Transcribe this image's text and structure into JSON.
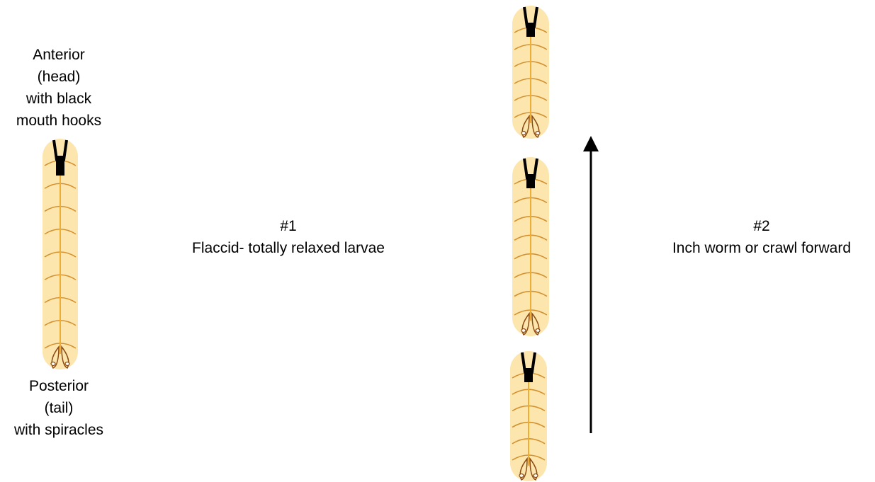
{
  "labels": {
    "anterior": [
      "Anterior",
      "(head)",
      "with black",
      "mouth hooks"
    ],
    "posterior": [
      "Posterior",
      "(tail)",
      "with spiracles"
    ],
    "state_1": [
      "#1",
      "Flaccid- totally relaxed larvae"
    ],
    "state_2": [
      "#2",
      "Inch worm or crawl forward"
    ]
  },
  "colors": {
    "body_fill": "#fde6ad",
    "midline": "#eead33",
    "segment_lines": "#d3902f",
    "mouth_hooks": "#000000",
    "spiracle_outline": "#8a4a12",
    "arrow": "#000000"
  },
  "icons": {
    "larva": "larva-icon",
    "mouth_hooks": "mouth-hooks-icon",
    "spiracles": "spiracles-icon",
    "direction_arrow": "arrow-up-icon"
  }
}
